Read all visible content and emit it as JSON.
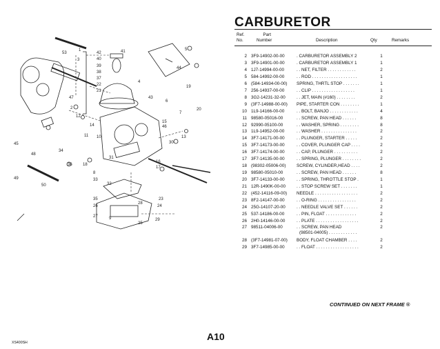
{
  "title": "CARBURETOR",
  "header": {
    "ref_line1": "Ref.",
    "ref_line2": "No.",
    "part_line1": "Part",
    "part_line2": "Number",
    "description": "Description",
    "qty": "Qty",
    "remarks": "Remarks"
  },
  "rows": [
    {
      "ref": "2",
      "part": "3F9-14902-00-00",
      "desc": ". CARBURETOR ASSEMBLY 2",
      "qty": "1"
    },
    {
      "ref": "3",
      "part": "3F9-14901-00-00",
      "desc": ". CARBURETOR ASSEMBLY 1",
      "qty": "1"
    },
    {
      "ref": "4",
      "part": "1J7-14994-00-00",
      "desc": ". . NET, FILTER . . . . . . . . . . . .",
      "qty": "2"
    },
    {
      "ref": "5",
      "part": "584-14992-00-00",
      "desc": ". . ROD . . . . . . . . . . . . . . . . . . .",
      "qty": "1"
    },
    {
      "ref": "6",
      "part": "(584-14934-00-00)",
      "desc": "SPRING, THRTL STOP . . . . . . .",
      "qty": "1"
    },
    {
      "ref": "7",
      "part": "256-14937-00-00",
      "desc": ". . CLIP . . . . . . . . . . . . . . . . . .",
      "qty": "1"
    },
    {
      "ref": "8",
      "part": "3G2-14231-32-00",
      "desc": ". . JET, MAIN (#160) . . . . . . . .",
      "qty": "2"
    },
    {
      "ref": "9",
      "part": "(3F7-14988-00-00)",
      "desc": "PIPE, STARTER CON . . . . . . . .",
      "qty": "1"
    },
    {
      "ref": "10",
      "part": "1L9-14166-00-00",
      "desc": ". . BOLT, BANJO . . . . . . . . . . . .",
      "qty": "4"
    },
    {
      "ref": "11",
      "part": "98580-05016-00",
      "desc": ". . SCREW, PAN HEAD . . . . . .",
      "qty": "8"
    },
    {
      "ref": "12",
      "part": "92990-05100-00",
      "desc": ". . WASHER, SPRING . . . . . . . .",
      "qty": "8"
    },
    {
      "ref": "13",
      "part": "1L9-14952-00-00",
      "desc": ". . WASHER . . . . . . . . . . . . . . .",
      "qty": "2"
    },
    {
      "ref": "14",
      "part": "3F7-14171-00-00",
      "desc": ". . PLUNGER, STARTER . . . . .",
      "qty": "2"
    },
    {
      "ref": "15",
      "part": "3F7-14173-00-00",
      "desc": ". . COVER, PLUNGER CAP . . . .",
      "qty": "2"
    },
    {
      "ref": "16",
      "part": "3F7-14174-00-00",
      "desc": ". . CAP, PLUNGER . . . . . . . . . .",
      "qty": "2"
    },
    {
      "ref": "17",
      "part": "3F7-14135-00-00",
      "desc": ". . SPRING, PLUNGER . . . . . . . .",
      "qty": "2"
    },
    {
      "ref": "18",
      "part": "(98302-05006-00)",
      "desc": "SCREW, CYLINDER,HEAD . . . .",
      "qty": "2"
    },
    {
      "ref": "19",
      "part": "98580-05010-00",
      "desc": ". . SCREW, PAN HEAD . . . . . .",
      "qty": "8"
    },
    {
      "ref": "20",
      "part": "3F7-14133-00-00",
      "desc": ". . SPRING, THROTTLE STOP .",
      "qty": "1"
    },
    {
      "ref": "21",
      "part": "12R-1490K-00-00",
      "desc": ". . STOP SCREW SET . . . . . . .",
      "qty": "1"
    },
    {
      "ref": "22",
      "part": "(452-14116-09-00)",
      "desc": "NEEDLE . . . . . . . . . . . . . . . . . .",
      "qty": "2"
    },
    {
      "ref": "23",
      "part": "8F2-14147-00-00",
      "desc": ". . O-RING . . . . . . . . . . . . . . . .",
      "qty": "2"
    },
    {
      "ref": "24",
      "part": "25G-14107-20-00",
      "desc": ". . NEEDLE VALVE SET . . . . . .",
      "qty": "2"
    },
    {
      "ref": "25",
      "part": "537-14186-00-00",
      "desc": ". . PIN, FLOAT . . . . . . . . . . . . .",
      "qty": "2"
    },
    {
      "ref": "26",
      "part": "2H0-14146-00-00",
      "desc": ". . PLATE . . . . . . . . . . . . . . . . . .",
      "qty": "2"
    },
    {
      "ref": "27",
      "part": "98511-04006-00",
      "desc": ". . SCREW, PAN HEAD",
      "desc2": "(98501-04005) . . . . . . . . . . . .",
      "qty": "2"
    },
    {
      "ref": "28",
      "part": "(3F7-14981-07-00)",
      "desc": "BODY, FLOAT CHAMBER . . . .",
      "qty": "2"
    },
    {
      "ref": "29",
      "part": "3F7-14985-00-00",
      "desc": ". . FLOAT . . . . . . . . . . . . . . . . . .",
      "qty": "2"
    }
  ],
  "continued": "CONTINUED ON NEXT FRAME ®",
  "page_number": "A10",
  "model_code": "XS400SH",
  "diagram_labels": [
    "53",
    "1",
    "3",
    "42",
    "40",
    "39",
    "38",
    "37",
    "22",
    "21",
    "41",
    "4",
    "43",
    "5",
    "44",
    "19",
    "6",
    "7",
    "47",
    "2",
    "12",
    "14",
    "11",
    "10",
    "15",
    "20",
    "46",
    "13",
    "30",
    "18",
    "36",
    "31",
    "8",
    "32",
    "16",
    "17",
    "33",
    "35",
    "34",
    "26",
    "27",
    "23",
    "25",
    "24",
    "28",
    "29",
    "9",
    "45",
    "48",
    "50",
    "49"
  ]
}
